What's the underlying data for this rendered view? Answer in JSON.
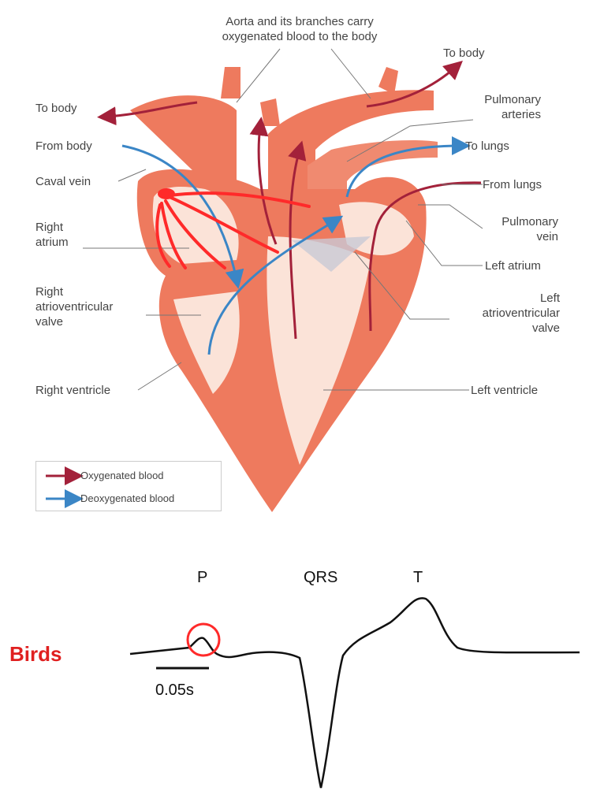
{
  "heart_diagram": {
    "labels": {
      "aorta_line1": "Aorta and its branches carry",
      "aorta_line2": "oxygenated blood to the body",
      "to_body_left": "To body",
      "to_body_right": "To body",
      "pulmonary_arteries_1": "Pulmonary",
      "pulmonary_arteries_2": "arteries",
      "from_body": "From body",
      "to_lungs": "To lungs",
      "caval_vein": "Caval vein",
      "from_lungs": "From lungs",
      "right_atrium_1": "Right",
      "right_atrium_2": "atrium",
      "pulmonary_vein_1": "Pulmonary",
      "pulmonary_vein_2": "vein",
      "left_atrium": "Left atrium",
      "right_av_1": "Right",
      "right_av_2": "atrioventricular",
      "right_av_3": "valve",
      "left_av_1": "Left",
      "left_av_2": "atrioventricular",
      "left_av_3": "valve",
      "right_ventricle": "Right ventricle",
      "left_ventricle": "Left ventricle"
    },
    "legend": {
      "oxygenated": "Oxygenated blood",
      "deoxygenated": "Deoxygenated blood"
    },
    "colors": {
      "oxygenated": "#a3213a",
      "deoxygenated": "#3b86c6",
      "muscle": "#ee7a5e",
      "chamber": "#fbe3d8",
      "annotation": "#ff2a2a"
    }
  },
  "ecg": {
    "species": "Birds",
    "waves": {
      "p": "P",
      "qrs": "QRS",
      "t": "T"
    },
    "scale_bar": "0.05s"
  }
}
